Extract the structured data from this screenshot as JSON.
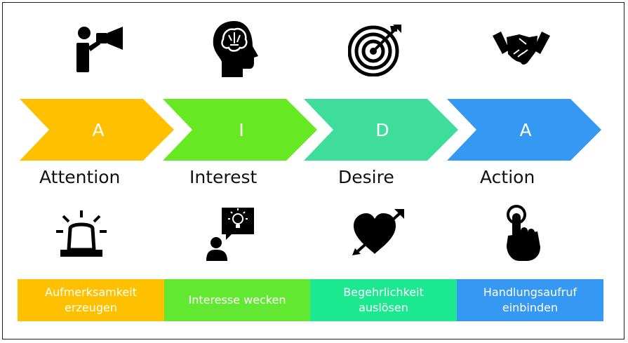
{
  "stages": [
    {
      "letter": "A",
      "name": "Attention",
      "description": "Aufmerksamkeit\nerzeugen",
      "top_icon": "megaphone-icon",
      "bottom_icon": "alarm-light-icon",
      "color": "#FFC000",
      "box_color": "#FFC000"
    },
    {
      "letter": "I",
      "name": "Interest",
      "description": "Interesse wecken",
      "top_icon": "brain-head-icon",
      "bottom_icon": "idea-speech-icon",
      "color": "#66E822",
      "box_color": "#63E831"
    },
    {
      "letter": "D",
      "name": "Desire",
      "description": "Begehrlichkeit\nauslösen",
      "top_icon": "target-arrow-icon",
      "bottom_icon": "heart-arrow-icon",
      "color": "#3EDD9B",
      "box_color": "#1CE88F"
    },
    {
      "letter": "A",
      "name": "Action",
      "description": "Handlungsaufruf\neinbinden",
      "top_icon": "handshake-icon",
      "bottom_icon": "pointing-hand-icon",
      "color": "#3598F3",
      "box_color": "#3598F3"
    }
  ],
  "colors": {
    "icon": "#000000",
    "label_text": "#111111",
    "chevron_text": "#ffffff"
  }
}
